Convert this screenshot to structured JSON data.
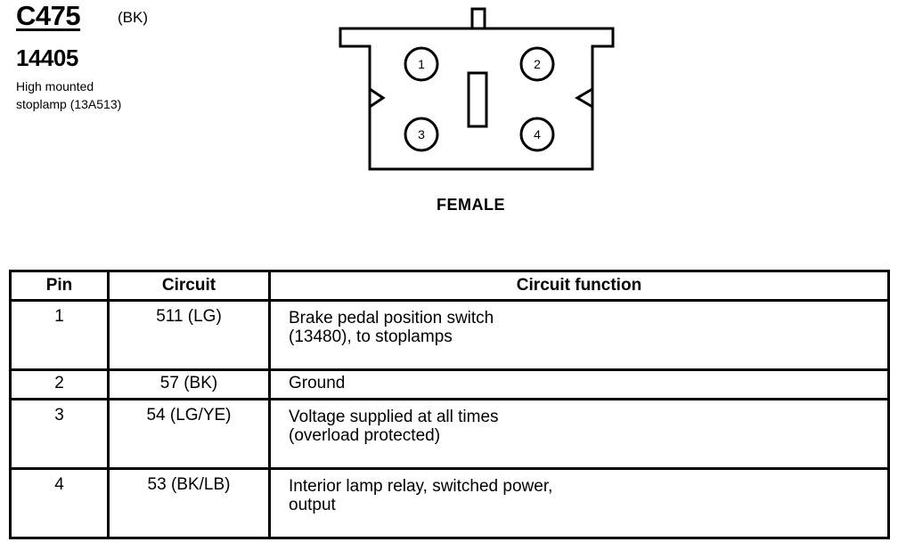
{
  "header": {
    "connector_id": "C475",
    "connector_color": "(BK)",
    "part_number": "14405",
    "description_line1": "High mounted",
    "description_line2": "stoplamp (13A513)"
  },
  "diagram": {
    "view_label": "FEMALE",
    "pins": [
      "1",
      "2",
      "3",
      "4"
    ]
  },
  "table": {
    "headers": {
      "pin": "Pin",
      "circuit": "Circuit",
      "function": "Circuit function"
    },
    "rows": [
      {
        "pin": "1",
        "circuit": "511 (LG)",
        "function_line1": "Brake pedal position switch",
        "function_line2": "(13480), to stoplamps"
      },
      {
        "pin": "2",
        "circuit": "57 (BK)",
        "function_line1": "Ground",
        "function_line2": ""
      },
      {
        "pin": "3",
        "circuit": "54 (LG/YE)",
        "function_line1": "Voltage supplied at all times",
        "function_line2": "(overload protected)"
      },
      {
        "pin": "4",
        "circuit": "53 (BK/LB)",
        "function_line1": "Interior lamp relay, switched power,",
        "function_line2": "output"
      }
    ]
  }
}
